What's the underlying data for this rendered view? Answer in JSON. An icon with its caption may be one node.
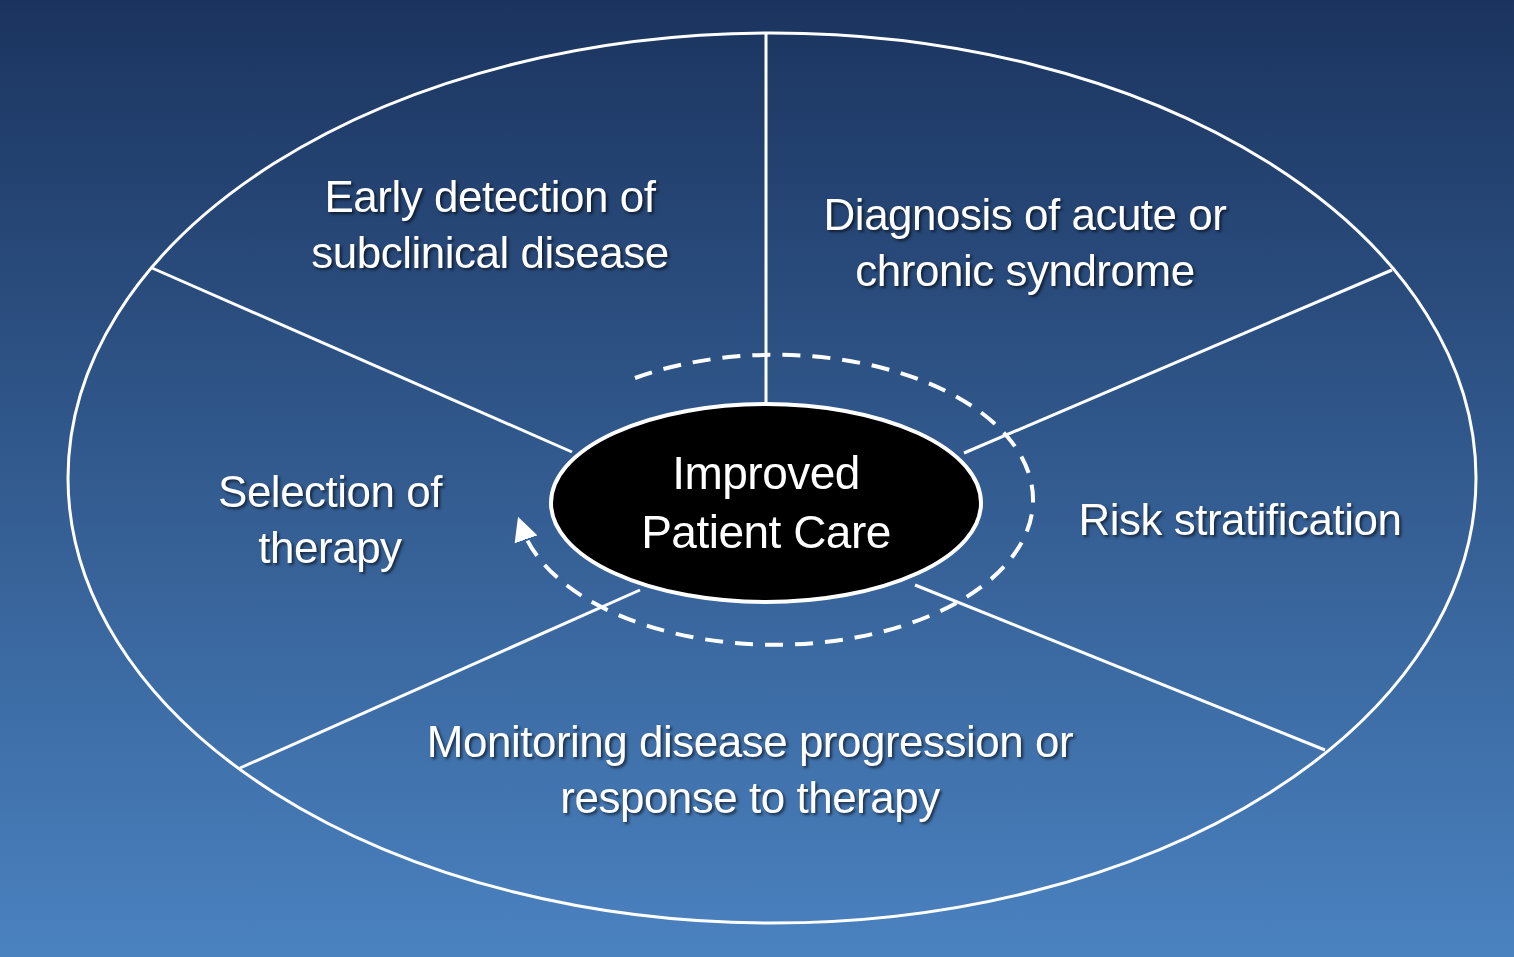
{
  "diagram": {
    "nodes": [
      {
        "text": [
          "Early detection of subclinical disease"
        ]
      },
      {
        "text": [
          "Diagnosis of acute or chronic syndrome"
        ]
      },
      {
        "text": [
          "Risk stratification"
        ]
      },
      {
        "text": [
          "Monitoring disease progression or response to therapy"
        ]
      },
      {
        "text": [
          "Selection of therapy"
        ]
      },
      {
        "text": [
          "Improved Patient Care"
        ]
      }
    ]
  }
}
